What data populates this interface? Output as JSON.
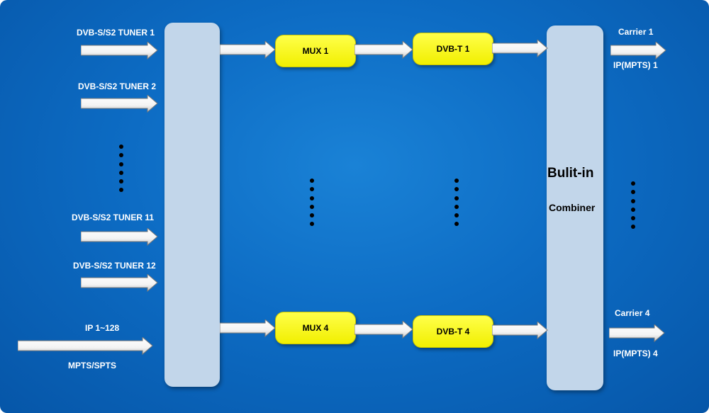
{
  "diagram": {
    "inputs": {
      "tuner_1": "DVB-S/S2 TUNER 1",
      "tuner_2": "DVB-S/S2 TUNER 2",
      "tuner_11": "DVB-S/S2 TUNER 11",
      "tuner_12": "DVB-S/S2 TUNER 12",
      "ip_top": "IP 1~128",
      "ip_bottom": "MPTS/SPTS"
    },
    "mux_1": "MUX 1",
    "mux_4": "MUX 4",
    "dvbt_1": "DVB-T 1",
    "dvbt_4": "DVB-T 4",
    "combiner_line1": "Bulit-in",
    "combiner_line2": "Combiner",
    "outputs": {
      "carrier_1": "Carrier 1",
      "ip_mpts_1": "IP(MPTS) 1",
      "carrier_4": "Carrier 4",
      "ip_mpts_4": "IP(MPTS) 4"
    },
    "colors": {
      "background": "#0d6cc4",
      "panel": "#c2d6ea",
      "box": "#ffff33"
    }
  }
}
